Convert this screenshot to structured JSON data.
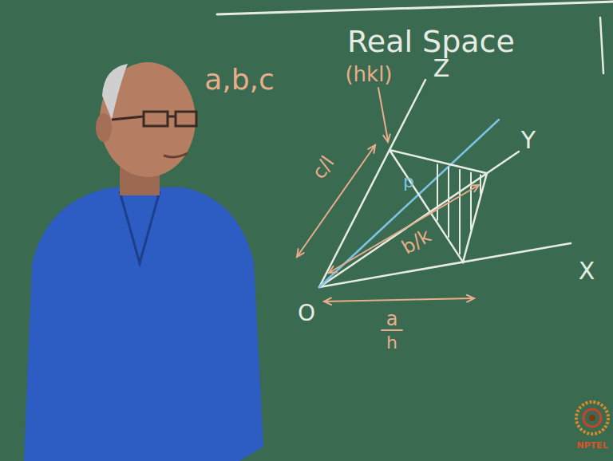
{
  "diagram": {
    "title": "Real Space",
    "labels": [
      "(hkl)",
      "a,b,c",
      "Z",
      "Y",
      "X",
      "p",
      "c/l",
      "b/k",
      "O",
      "a",
      "h",
      "NPTEL"
    ]
  }
}
